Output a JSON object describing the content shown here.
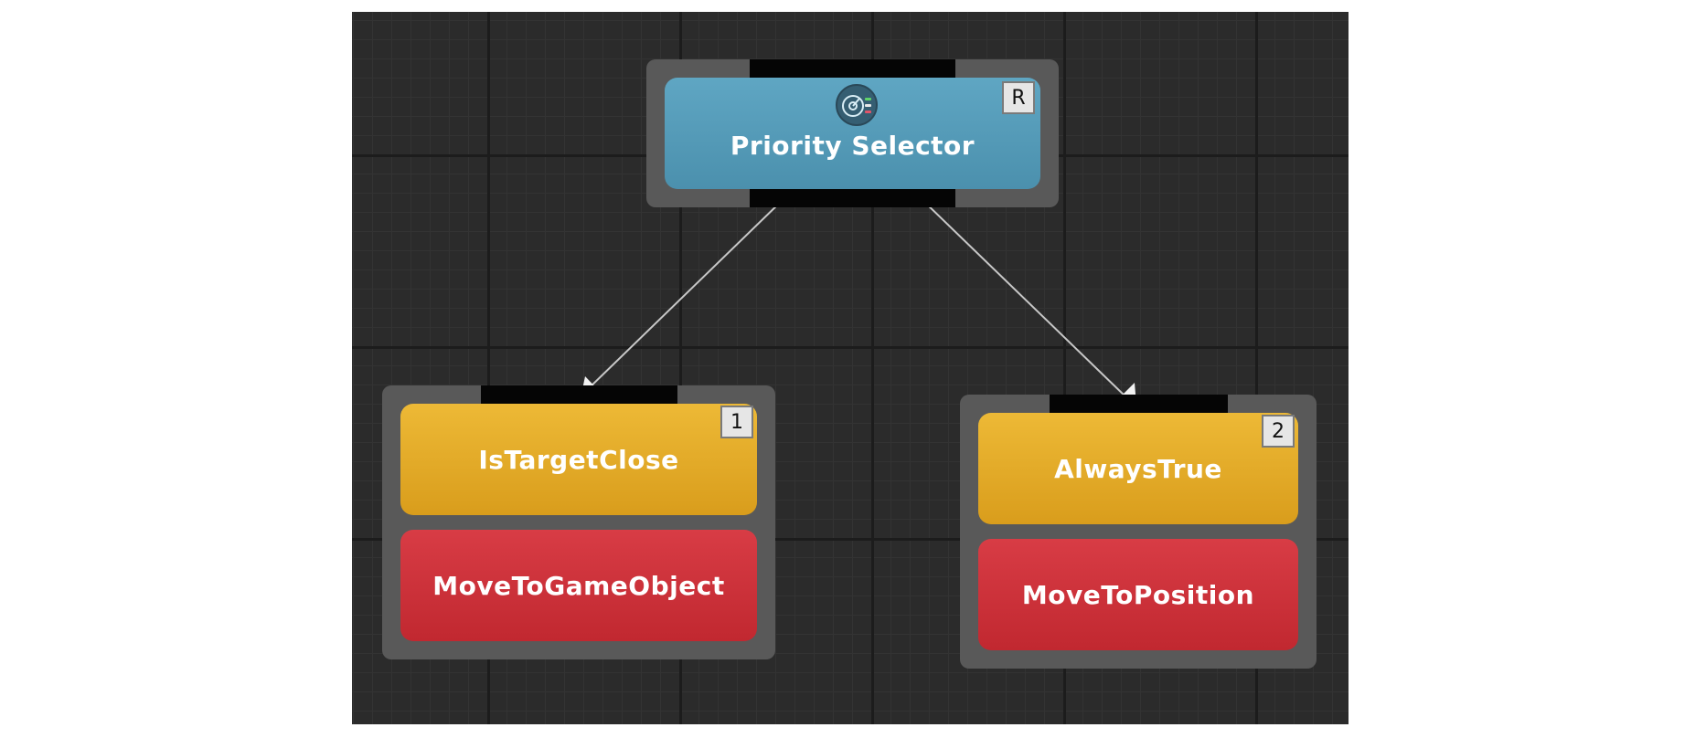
{
  "diagram": {
    "root": {
      "label": "Priority Selector",
      "badge": "R",
      "icon": "priority-selector-icon",
      "color": "#5399b7"
    },
    "branches": [
      {
        "order_badge": "1",
        "conditional": {
          "label": "IsTargetClose",
          "color": "#e3ab28"
        },
        "action": {
          "label": "MoveToGameObject",
          "color": "#cd323a"
        }
      },
      {
        "order_badge": "2",
        "conditional": {
          "label": "AlwaysTrue",
          "color": "#e3ab28"
        },
        "action": {
          "label": "MoveToPosition",
          "color": "#cd323a"
        }
      }
    ],
    "canvas_color": "#2b2b2b",
    "node_frame_color": "#595959"
  }
}
